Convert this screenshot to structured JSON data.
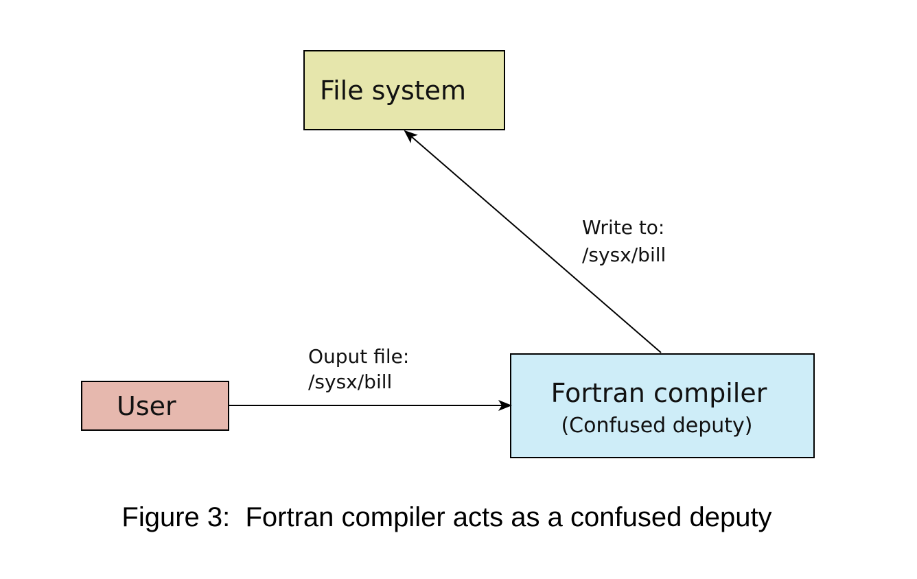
{
  "nodes": {
    "file_system": {
      "label": "File system",
      "fill": "#e6e6ac"
    },
    "user": {
      "label": "User",
      "fill": "#e6b8ae"
    },
    "fortran": {
      "label": "Fortran compiler",
      "sublabel": "(Confused deputy)",
      "fill": "#ceedf8"
    }
  },
  "edges": {
    "user_to_fortran": {
      "line1": "Ouput file:",
      "line2": "/sysx/bill"
    },
    "fortran_to_fs": {
      "line1": "Write to:",
      "line2": "/sysx/bill"
    }
  },
  "caption": "Figure 3:  Fortran compiler acts as a confused deputy"
}
